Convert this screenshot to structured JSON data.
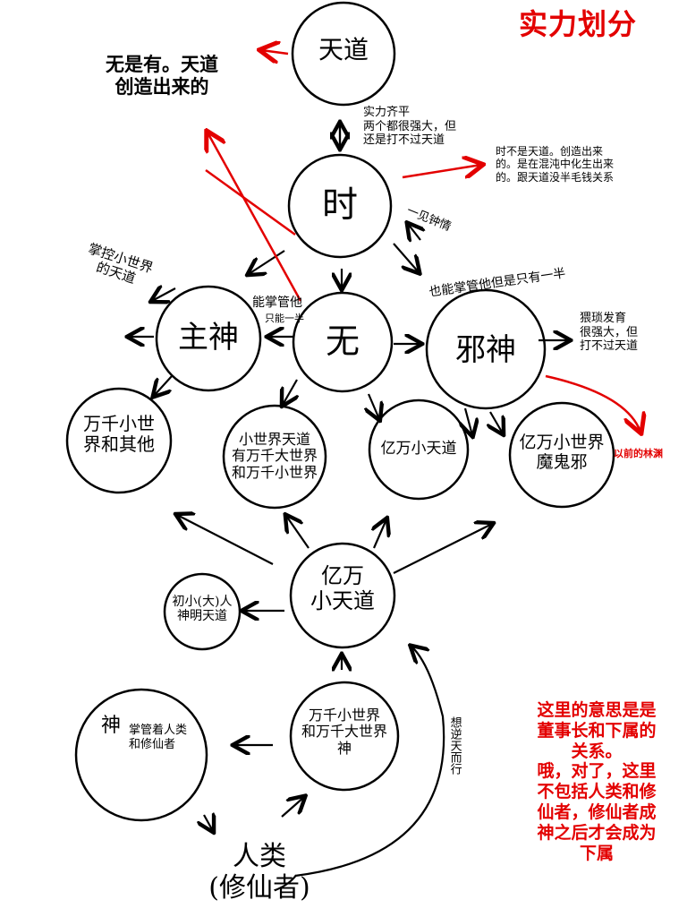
{
  "title": "实力划分",
  "notes": {
    "left_top": "无是有。天道创造出来的",
    "tiandao_shi": "实力齐平\n两个都很强大，但\n还是打不过天道",
    "shi_right": "时不是天道。创造出来\n的。是在混沌中化生出来\n的。跟天道没半毛钱关系",
    "yijianzhongqing": "一见钟情",
    "xie_right": "猥琐发育\n很强大，但\n打不过天道",
    "linyuan": "以前的林渊",
    "zhushen_wu": "能掌管他",
    "bottom_right": "这里的意思是是\n董事长和下属的\n关系。\n哦，对了，这里\n不包括人类和修\n仙者，修仙者成\n神之后才会成为\n下属",
    "nitian": "想逆天而行",
    "shen_desc": "掌管着人类\n和修仙者"
  },
  "nodes": {
    "tiandao": "天道",
    "shi": "时",
    "zhushen": "主神",
    "wu": "无",
    "xieshen": "邪神",
    "wanqian_a": "万千小世\n界和其他",
    "xiaoshijie_tiandao": "小世界天道\n有万千大世界\n和万千小世界",
    "yiwan_xiaotiandao_a": "亿万小天道",
    "yiwan_xiaoshijie": "亿万小世界\n魔鬼邪",
    "yiwan_xiaotiandao_center": "亿万\n小天道",
    "xiaoshijie_shen": "初小(大)人\n神明天道",
    "wanqian_b": "万千小世界\n和万千大世界\n神",
    "shen": "神",
    "renlei": "人类\n(修仙者)"
  },
  "handwritten": {
    "zhushen_side": "掌控小世界\n的天道",
    "wu_side": "只能一半",
    "xie_top": "也能掌管他但是只有一半"
  },
  "colors": {
    "red": "#e30000",
    "ink": "#000000"
  }
}
